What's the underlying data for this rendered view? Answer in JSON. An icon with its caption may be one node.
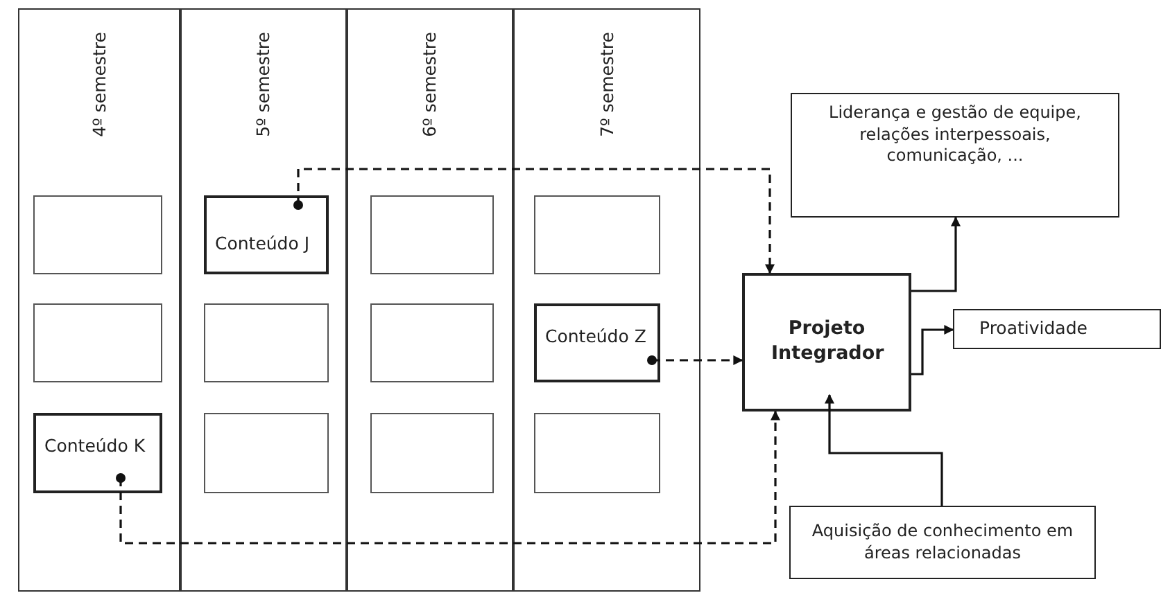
{
  "diagram": {
    "nodes": [
      {
        "text": [
          "4º semestre"
        ]
      },
      {
        "text": [
          "5º semestre"
        ]
      },
      {
        "text": [
          "6º semestre"
        ]
      },
      {
        "text": [
          "7º semestre"
        ]
      },
      {
        "text": [],
        "shape": "box",
        "in": 0
      },
      {
        "text": [
          "Conteúdo J"
        ],
        "in": 1
      },
      {
        "text": [],
        "shape": "box",
        "in": 2
      },
      {
        "text": [],
        "shape": "box",
        "in": 3
      },
      {
        "text": [],
        "shape": "box",
        "in": 0
      },
      {
        "text": [],
        "shape": "box",
        "in": 1
      },
      {
        "text": [],
        "shape": "box",
        "in": 2
      },
      {
        "text": [
          "Conteúdo Z"
        ],
        "in": 3
      },
      {
        "text": [
          "Conteúdo K"
        ],
        "in": 0
      },
      {
        "text": [],
        "shape": "box",
        "in": 1
      },
      {
        "text": [],
        "shape": "box",
        "in": 2
      },
      {
        "text": [],
        "shape": "box",
        "in": 3
      },
      {
        "text": [
          "Projeto Integrador"
        ]
      },
      {
        "text": [
          "Liderança e gestão de equipe, relações interpessoais, comunicação, ..."
        ]
      },
      {
        "text": [
          "Proatividade"
        ]
      },
      {
        "text": [
          "Aquisição de conhecimento em áreas relacionadas"
        ]
      }
    ],
    "edges": [
      {
        "from": 5,
        "to": 16,
        "arrow": "to",
        "style": "dashed"
      },
      {
        "from": 11,
        "to": 16,
        "arrow": "to",
        "style": "dashed"
      },
      {
        "from": 12,
        "to": 16,
        "arrow": "to",
        "style": "dashed"
      },
      {
        "from": 16,
        "to": 17,
        "arrow": "to"
      },
      {
        "from": 16,
        "to": 18,
        "arrow": "to"
      },
      {
        "from": 19,
        "to": 16,
        "arrow": "to"
      }
    ]
  }
}
